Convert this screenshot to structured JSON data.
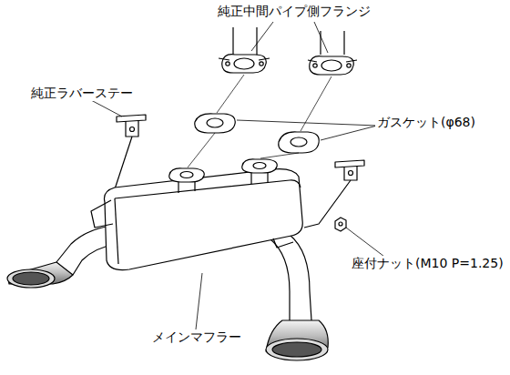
{
  "diagram": {
    "labels": [
      "純正中間パイプ側フランジ",
      "純正ラバーステー",
      "ガスケット(φ68)",
      "座付ナット(M10 P=1.25)",
      "メインマフラー"
    ]
  }
}
